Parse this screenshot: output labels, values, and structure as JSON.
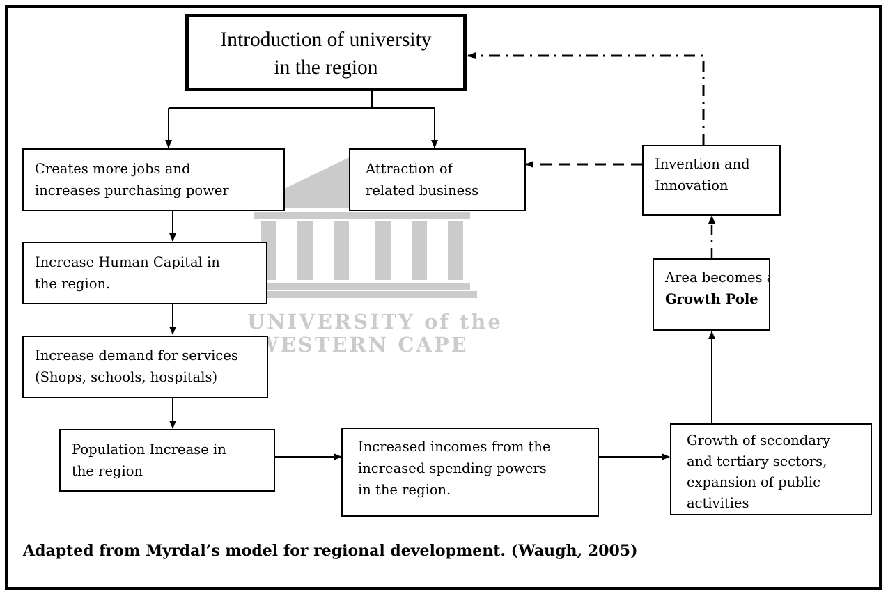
{
  "root": {
    "lines": [
      "Introduction of university",
      "in the region"
    ]
  },
  "nodes": {
    "jobs": [
      "Creates more jobs and",
      "increases purchasing power"
    ],
    "attraction": [
      "Attraction of",
      "related business"
    ],
    "invention": [
      "Invention and",
      "Innovation"
    ],
    "human_capital": [
      "Increase Human Capital in",
      "the region."
    ],
    "growth_pole": {
      "line1": "Area becomes a",
      "line2": "Growth Pole"
    },
    "demand": [
      "Increase demand for services",
      "(Shops, schools, hospitals)"
    ],
    "population": [
      "Population Increase in",
      "the region"
    ],
    "incomes": [
      "Increased incomes from the",
      "increased spending powers",
      "in the region."
    ],
    "sectors": [
      "Growth of secondary",
      "and tertiary sectors,",
      "expansion of public",
      "activities"
    ]
  },
  "watermark": {
    "line1": "UNIVERSITY of the",
    "line2": "WESTERN CAPE"
  },
  "caption": "Adapted from Myrdal’s model for regional development. (Waugh, 2005)"
}
